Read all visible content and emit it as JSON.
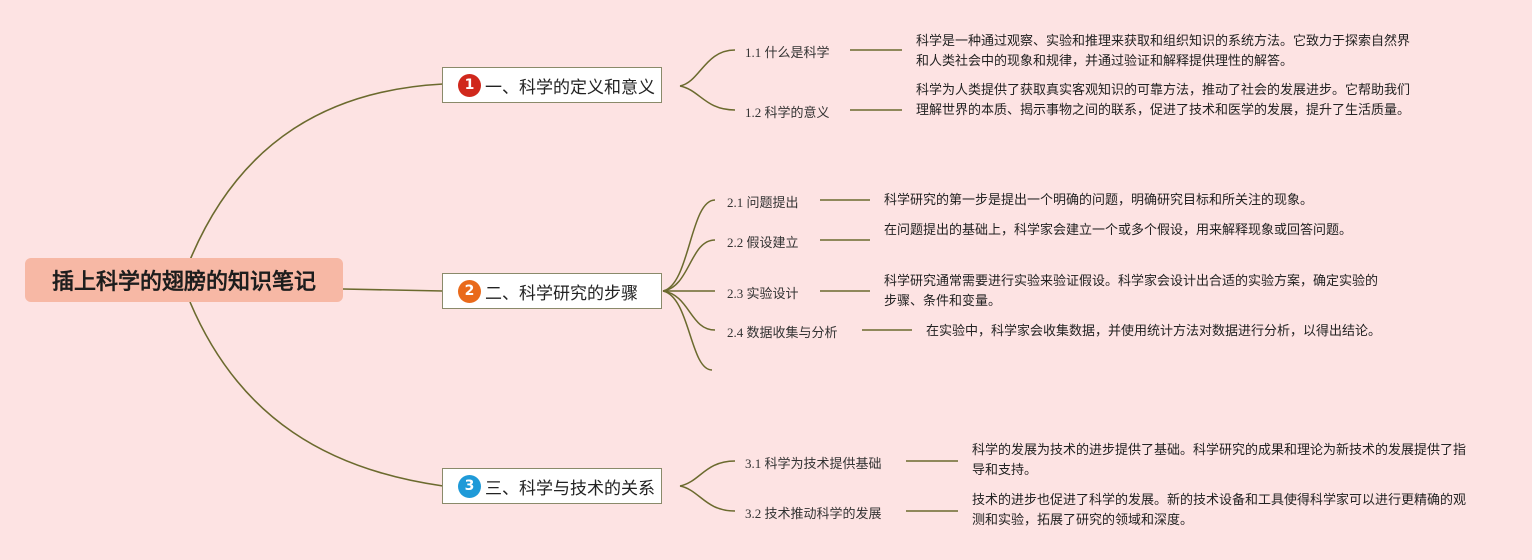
{
  "title": "插上科学的翅膀的知识笔记",
  "colors": {
    "background": "#fde3e3",
    "root_fill": "#f7b8a5",
    "line": "#6b6a2e",
    "badge1": "#d0281c",
    "badge2": "#e96a1b",
    "badge3": "#1f9ad8"
  },
  "branches": [
    {
      "badge": "1",
      "label": "一、科学的定义和意义",
      "subs": [
        {
          "label": "1.1 什么是科学",
          "desc": "科学是一种通过观察、实验和推理来获取和组织知识的系统方法。它致力于探索自然界和人类社会中的现象和规律，并通过验证和解释提供理性的解答。"
        },
        {
          "label": "1.2 科学的意义",
          "desc": "科学为人类提供了获取真实客观知识的可靠方法，推动了社会的发展进步。它帮助我们理解世界的本质、揭示事物之间的联系，促进了技术和医学的发展，提升了生活质量。"
        }
      ]
    },
    {
      "badge": "2",
      "label": "二、科学研究的步骤",
      "subs": [
        {
          "label": "2.1 问题提出",
          "desc": "科学研究的第一步是提出一个明确的问题，明确研究目标和所关注的现象。"
        },
        {
          "label": "2.2 假设建立",
          "desc": "在问题提出的基础上，科学家会建立一个或多个假设，用来解释现象或回答问题。"
        },
        {
          "label": "2.3 实验设计",
          "desc": "科学研究通常需要进行实验来验证假设。科学家会设计出合适的实验方案，确定实验的步骤、条件和变量。"
        },
        {
          "label": "2.4 数据收集与分析",
          "desc": "在实验中，科学家会收集数据，并使用统计方法对数据进行分析，以得出结论。"
        }
      ]
    },
    {
      "badge": "3",
      "label": "三、科学与技术的关系",
      "subs": [
        {
          "label": "3.1 科学为技术提供基础",
          "desc": "科学的发展为技术的进步提供了基础。科学研究的成果和理论为新技术的发展提供了指导和支持。"
        },
        {
          "label": "3.2 技术推动科学的发展",
          "desc": "技术的进步也促进了科学的发展。新的技术设备和工具使得科学家可以进行更精确的观测和实验，拓展了研究的领域和深度。"
        }
      ]
    }
  ]
}
